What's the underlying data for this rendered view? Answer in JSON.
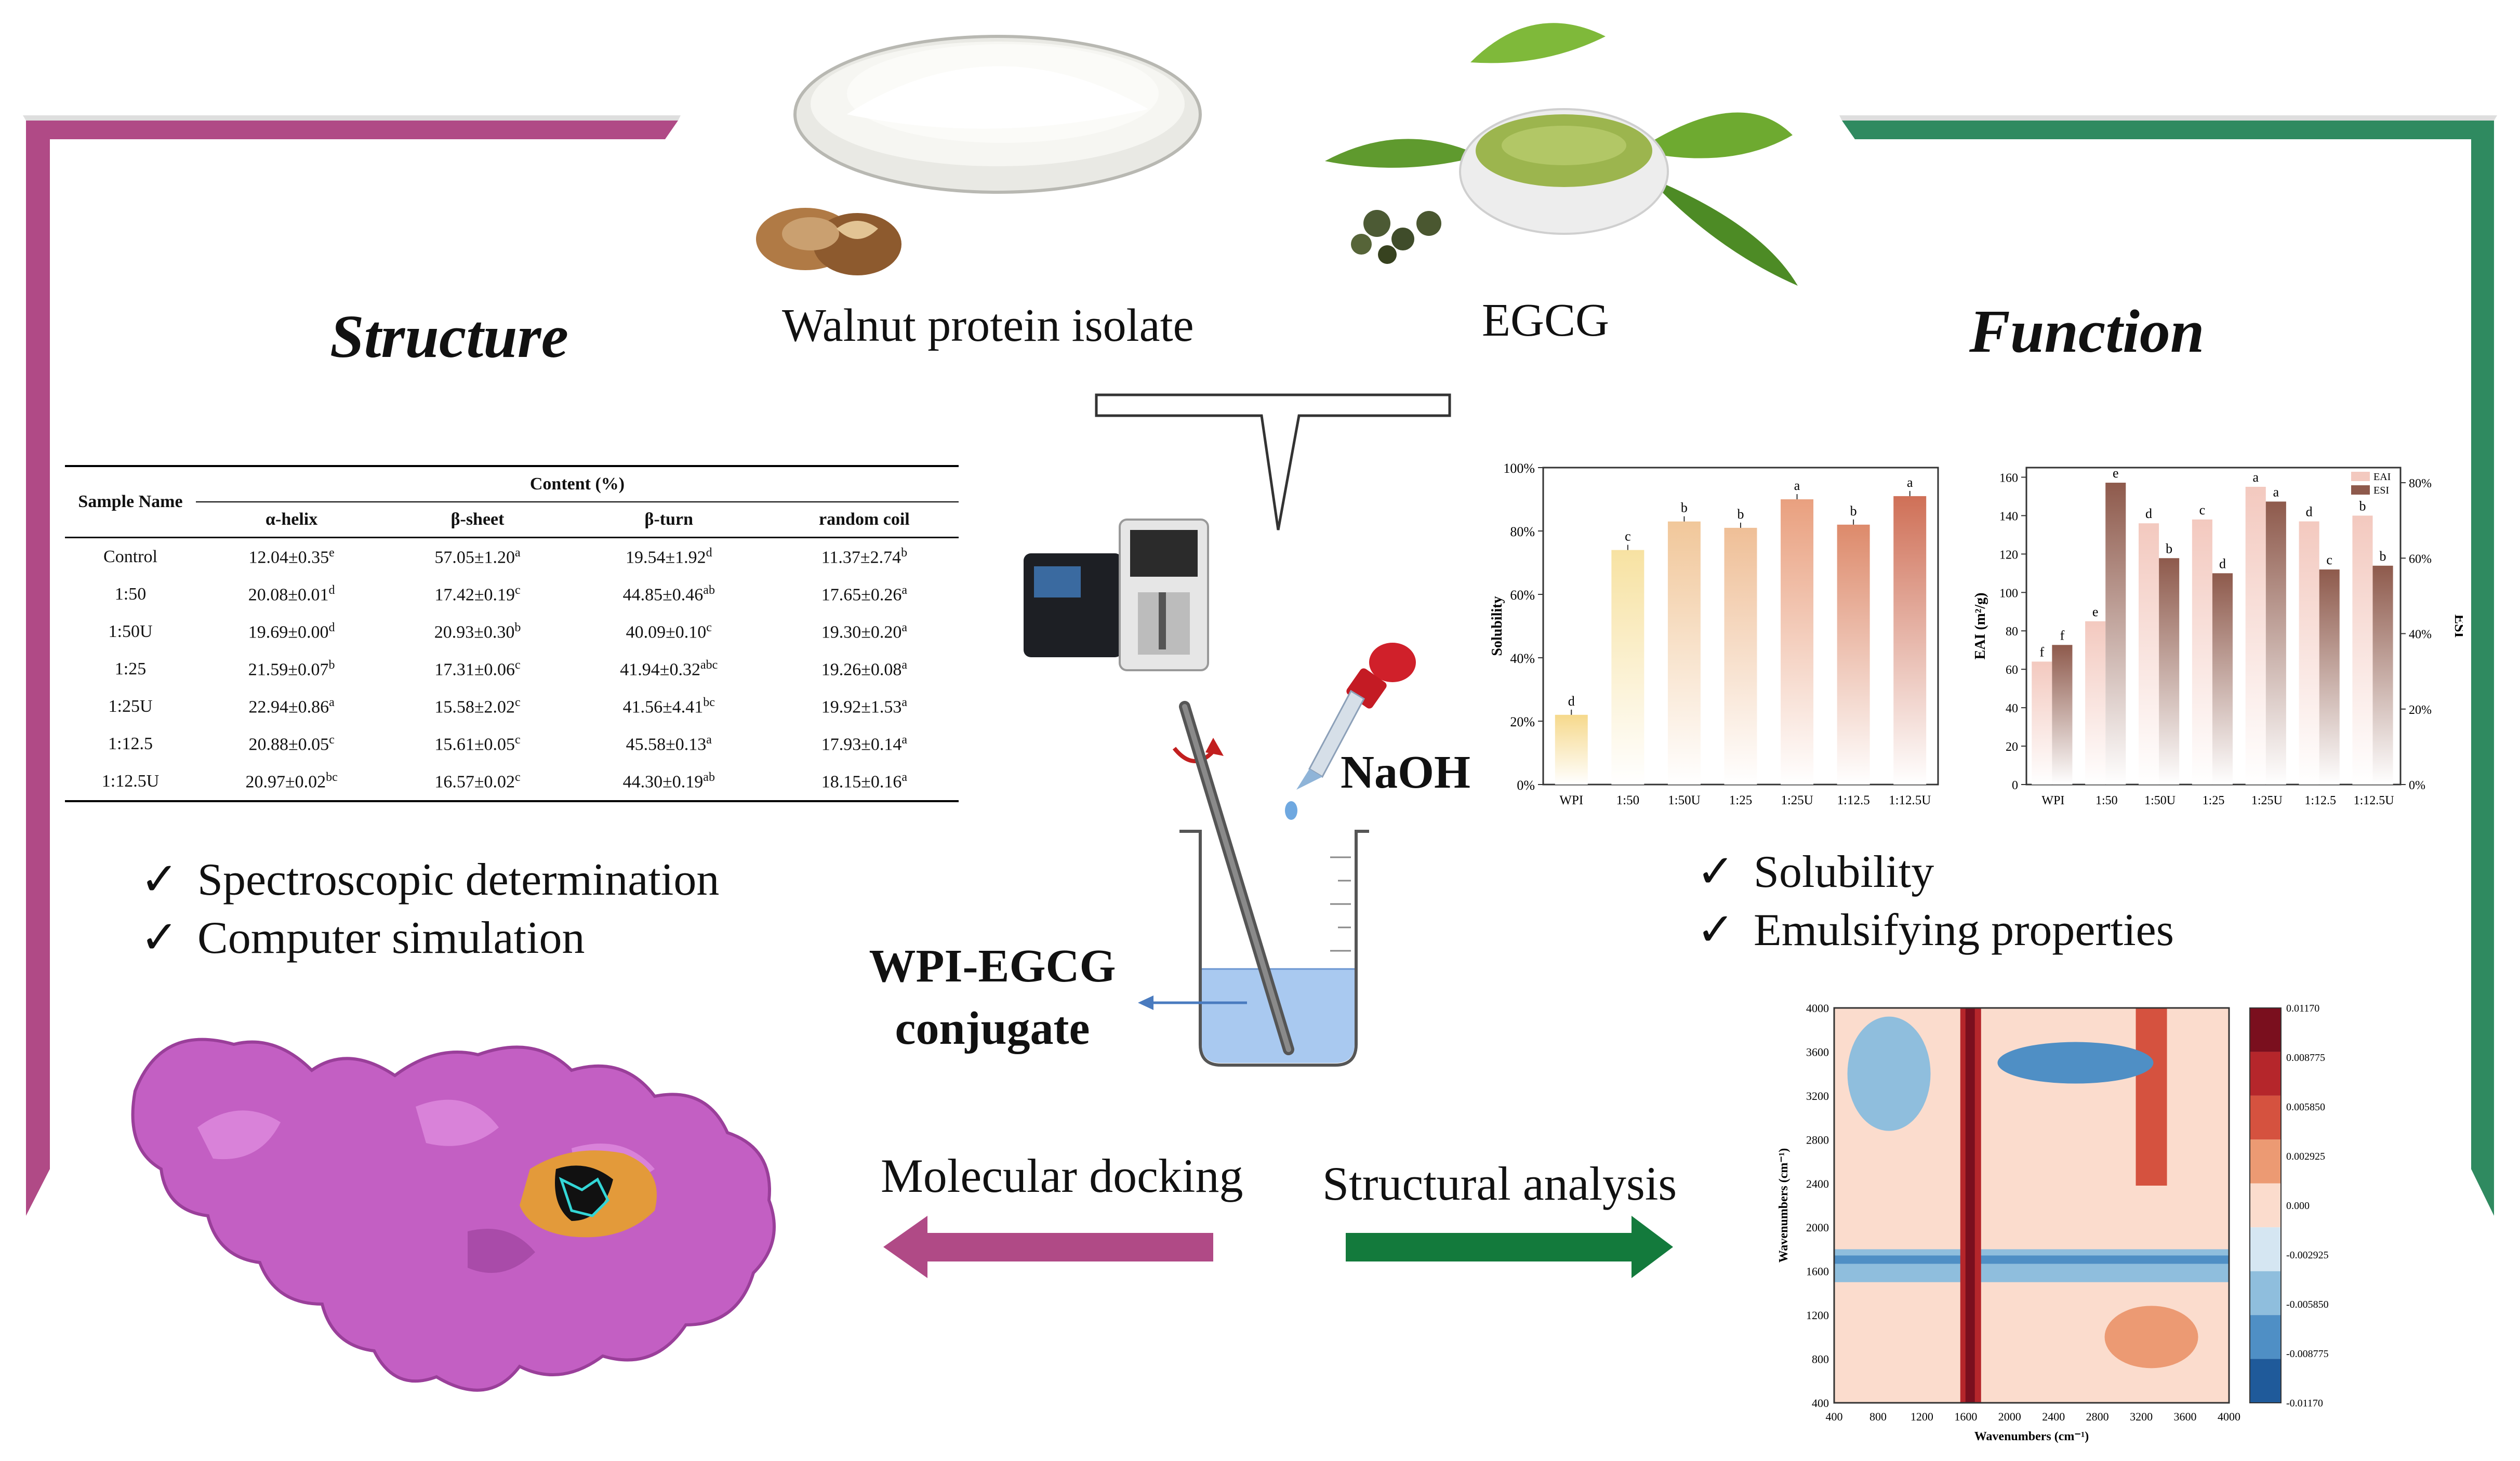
{
  "ingredients": {
    "walnut_label": "Walnut protein isolate",
    "egcg_label": "EGCG"
  },
  "structure": {
    "title": "Structure",
    "table": {
      "header_sample": "Sample Name",
      "header_group": "Content (%)",
      "columns": [
        "α-helix",
        "β-sheet",
        "β-turn",
        "random coil"
      ],
      "rows": [
        {
          "name": "Control",
          "cells": [
            [
              "12.04±0.35",
              "e"
            ],
            [
              "57.05±1.20",
              "a"
            ],
            [
              "19.54±1.92",
              "d"
            ],
            [
              "11.37±2.74",
              "b"
            ]
          ]
        },
        {
          "name": "1:50",
          "cells": [
            [
              "20.08±0.01",
              "d"
            ],
            [
              "17.42±0.19",
              "c"
            ],
            [
              "44.85±0.46",
              "ab"
            ],
            [
              "17.65±0.26",
              "a"
            ]
          ]
        },
        {
          "name": "1:50U",
          "cells": [
            [
              "19.69±0.00",
              "d"
            ],
            [
              "20.93±0.30",
              "b"
            ],
            [
              "40.09±0.10",
              "c"
            ],
            [
              "19.30±0.20",
              "a"
            ]
          ]
        },
        {
          "name": "1:25",
          "cells": [
            [
              "21.59±0.07",
              "b"
            ],
            [
              "17.31±0.06",
              "c"
            ],
            [
              "41.94±0.32",
              "abc"
            ],
            [
              "19.26±0.08",
              "a"
            ]
          ]
        },
        {
          "name": "1:25U",
          "cells": [
            [
              "22.94±0.86",
              "a"
            ],
            [
              "15.58±2.02",
              "c"
            ],
            [
              "41.56±4.41",
              "bc"
            ],
            [
              "19.92±1.53",
              "a"
            ]
          ]
        },
        {
          "name": "1:12.5",
          "cells": [
            [
              "20.88±0.05",
              "c"
            ],
            [
              "15.61±0.05",
              "c"
            ],
            [
              "45.58±0.13",
              "a"
            ],
            [
              "17.93±0.14",
              "a"
            ]
          ]
        },
        {
          "name": "1:12.5U",
          "cells": [
            [
              "20.97±0.02",
              "bc"
            ],
            [
              "16.57±0.02",
              "c"
            ],
            [
              "44.30±0.19",
              "ab"
            ],
            [
              "18.15±0.16",
              "a"
            ]
          ]
        }
      ]
    },
    "checks": [
      "Spectroscopic determination",
      "Computer simulation"
    ]
  },
  "process": {
    "naoh": "NaOH",
    "conjugate_line1": "WPI-EGCG",
    "conjugate_line2": "conjugate",
    "left_arrow_label": "Molecular docking",
    "right_arrow_label": "Structural analysis",
    "left_arrow_color": "#b04a86",
    "right_arrow_color": "#137a3c"
  },
  "function": {
    "title": "Function",
    "checks": [
      "Solubility",
      "Emulsifying properties"
    ]
  },
  "frame_colors": {
    "structure": "#b04a86",
    "function": "#2f8a60"
  },
  "chart_data": [
    {
      "type": "bar",
      "categories": [
        "WPI",
        "1:50",
        "1:50U",
        "1:25",
        "1:25U",
        "1:12.5",
        "1:12.5U"
      ],
      "values": [
        22,
        74,
        83,
        81,
        90,
        82,
        91
      ],
      "letters": [
        "d",
        "c",
        "b",
        "b",
        "a",
        "b",
        "a"
      ],
      "ylabel": "Solubility",
      "ylim": [
        0,
        100
      ],
      "yticks": [
        "0%",
        "20%",
        "40%",
        "60%",
        "80%",
        "100%"
      ],
      "colors": [
        "#f6d98c",
        "#f7e2a2",
        "#f1c79a",
        "#efbf97",
        "#e9a07f",
        "#dd8a6b",
        "#cf7057"
      ]
    },
    {
      "type": "bar",
      "categories": [
        "WPI",
        "1:50",
        "1:50U",
        "1:25",
        "1:25U",
        "1:12.5",
        "1:12.5U"
      ],
      "series": [
        {
          "name": "EAI",
          "values": [
            64,
            85,
            136,
            138,
            155,
            137,
            140
          ],
          "letters": [
            "f",
            "e",
            "d",
            "c",
            "a",
            "d",
            "b"
          ],
          "color": "#f3c9bf"
        },
        {
          "name": "ESI",
          "values": [
            37,
            80,
            60,
            56,
            75,
            57,
            58
          ],
          "letters": [
            "f",
            "e",
            "b",
            "d",
            "a",
            "c",
            "b"
          ],
          "color": "#8e5a4c"
        }
      ],
      "ylabel": "EAI (m²/g)",
      "y2label": "ESI",
      "ylim": [
        0,
        165
      ],
      "yticks": [
        "0",
        "20",
        "40",
        "60",
        "80",
        "100",
        "120",
        "140",
        "160"
      ],
      "y2lim": [
        0,
        84
      ],
      "y2ticks": [
        "0%",
        "20%",
        "40%",
        "60%",
        "80%"
      ]
    },
    {
      "type": "heatmap",
      "xlabel": "Wavenumbers (cm⁻¹)",
      "ylabel": "Wavenumbers (cm⁻¹)",
      "xticks": [
        "400",
        "800",
        "1200",
        "1600",
        "2000",
        "2400",
        "2800",
        "3200",
        "3600",
        "4000"
      ],
      "yticks": [
        "400",
        "800",
        "1200",
        "1600",
        "2000",
        "2400",
        "2800",
        "3200",
        "3600",
        "4000"
      ],
      "colorbar": [
        "0.01170",
        "0.008775",
        "0.005850",
        "0.002925",
        "0.000",
        "-0.002925",
        "-0.005850",
        "-0.008775",
        "-0.01170"
      ],
      "colors": [
        "#7a0f1e",
        "#b5262b",
        "#d5523f",
        "#ec9a73",
        "#fbdccd",
        "#d5e6f2",
        "#8fbedd",
        "#4f8fc5",
        "#1f5a9a"
      ]
    }
  ]
}
